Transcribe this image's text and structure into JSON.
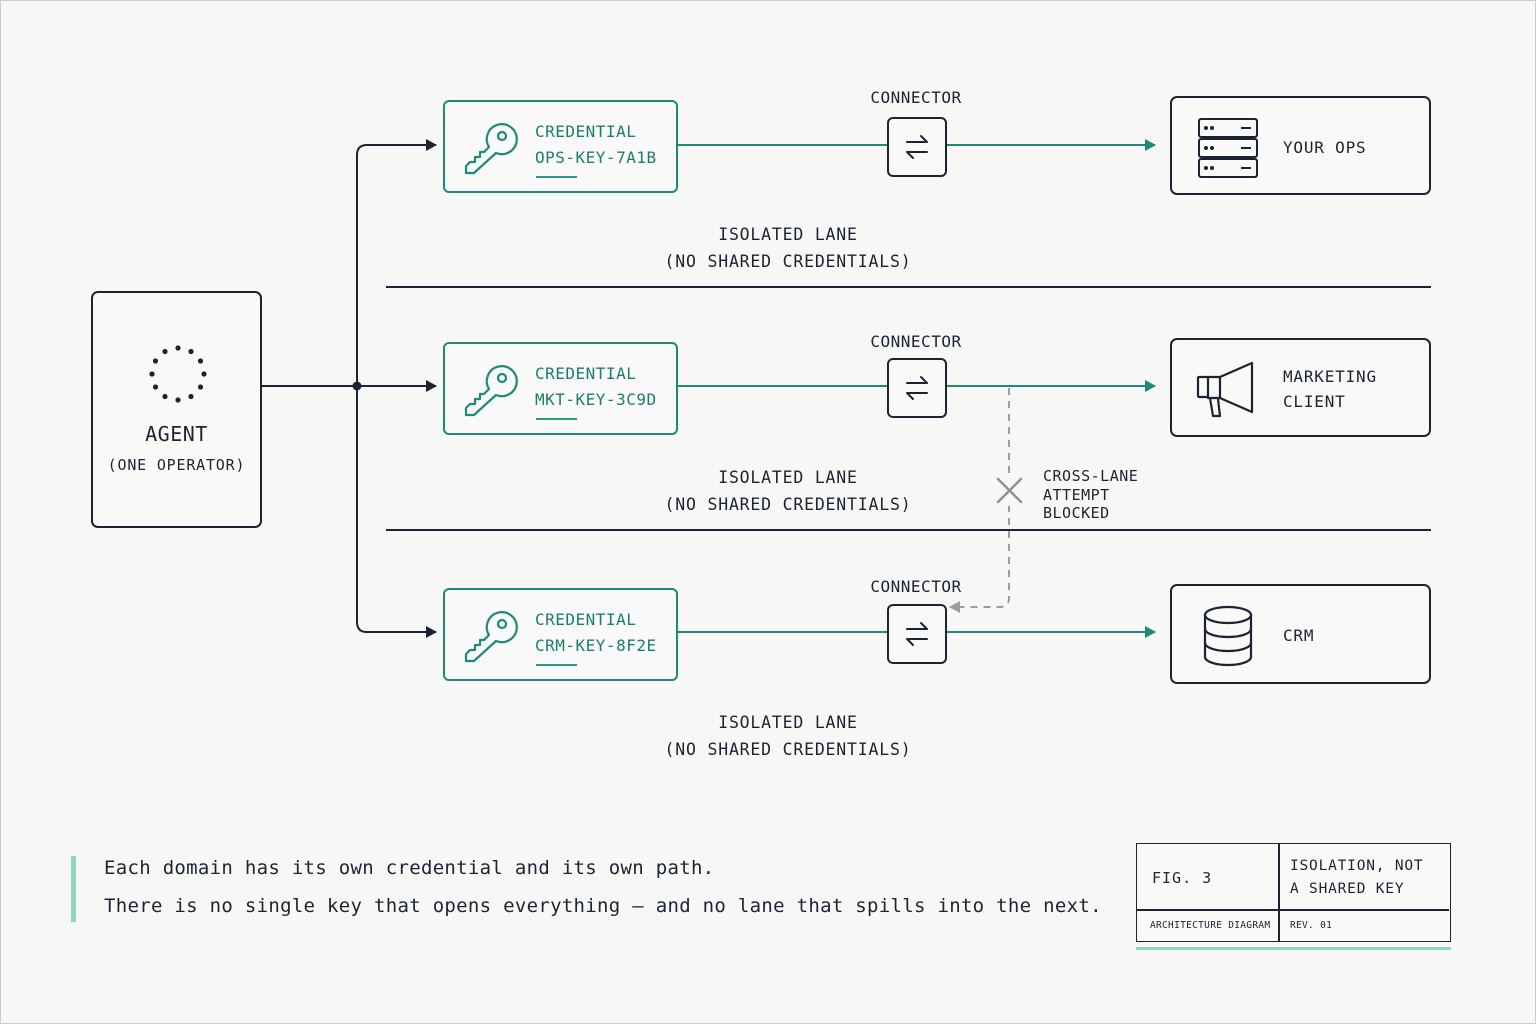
{
  "colors": {
    "ink": "#1c2433",
    "teal": "#1f8a77",
    "teal_light": "#8fd6c8",
    "gray": "#9a9ea4",
    "background": "#f7f7f6"
  },
  "agent": {
    "icon": "dotted-circle-icon",
    "title": "AGENT",
    "subtitle": "(ONE OPERATOR)"
  },
  "lanes": [
    {
      "credential": {
        "icon": "key-icon",
        "title": "CREDENTIAL",
        "key": "OPS-KEY-7A1B"
      },
      "connector": {
        "label": "CONNECTOR",
        "icon": "swap-arrows-icon"
      },
      "destination": {
        "icon": "server-rack-icon",
        "label_lines": [
          "YOUR OPS"
        ]
      },
      "lane_label": [
        "ISOLATED LANE",
        "(NO SHARED CREDENTIALS)"
      ]
    },
    {
      "credential": {
        "icon": "key-icon",
        "title": "CREDENTIAL",
        "key": "MKT-KEY-3C9D"
      },
      "connector": {
        "label": "CONNECTOR",
        "icon": "swap-arrows-icon"
      },
      "destination": {
        "icon": "megaphone-icon",
        "label_lines": [
          "MARKETING",
          "CLIENT"
        ]
      },
      "lane_label": [
        "ISOLATED LANE",
        "(NO SHARED CREDENTIALS)"
      ]
    },
    {
      "credential": {
        "icon": "key-icon",
        "title": "CREDENTIAL",
        "key": "CRM-KEY-8F2E"
      },
      "connector": {
        "label": "CONNECTOR",
        "icon": "swap-arrows-icon"
      },
      "destination": {
        "icon": "database-icon",
        "label_lines": [
          "CRM"
        ]
      },
      "lane_label": [
        "ISOLATED LANE",
        "(NO SHARED CREDENTIALS)"
      ]
    }
  ],
  "blocked": {
    "icon": "x-mark-icon",
    "lines": [
      "CROSS-LANE",
      "ATTEMPT",
      "BLOCKED"
    ]
  },
  "note": {
    "line1": "Each domain has its own credential and its own path.",
    "line2": "There is no single key that opens everything — and no lane that spills into the next."
  },
  "caption": {
    "fig": "FIG. 3",
    "title_lines": [
      "ISOLATION, NOT",
      "A SHARED KEY"
    ],
    "type": "ARCHITECTURE DIAGRAM",
    "rev": "REV. 01"
  }
}
